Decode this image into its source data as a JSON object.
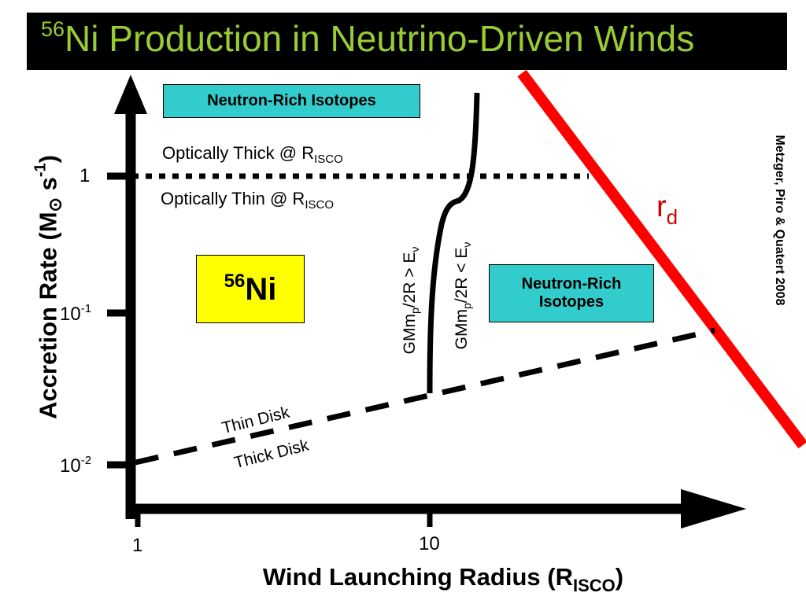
{
  "title": {
    "sup": "56",
    "text": "Ni Production in Neutrino-Driven Winds"
  },
  "colors": {
    "title_bg": "#000000",
    "title_text": "#99cc33",
    "box_teal": "#33cccc",
    "box_yellow": "#ffff00",
    "rd_line": "#ff0000",
    "rd_label": "#cc0000"
  },
  "axes": {
    "y_label": {
      "text": "Accretion Rate (M",
      "sub": "⊙",
      "unit": " s",
      "sup": "-1",
      "close": ")"
    },
    "x_label": {
      "text": "Wind Launching Radius (R",
      "sub": "ISCO",
      "close": ")"
    },
    "y_ticks": [
      {
        "base": "1",
        "exp": ""
      },
      {
        "base": "10",
        "exp": "-1"
      },
      {
        "base": "10",
        "exp": "-2"
      }
    ],
    "x_ticks": [
      "1",
      "10"
    ]
  },
  "boxes": {
    "neutron_rich_top": "Neutron-Rich Isotopes",
    "neutron_rich_right_line1": "Neutron-Rich",
    "neutron_rich_right_line2": "Isotopes",
    "ni56": {
      "sup": "56",
      "text": "Ni"
    }
  },
  "labels": {
    "optically_thick": {
      "text": "Optically Thick @ R",
      "sub": "ISCO"
    },
    "optically_thin": {
      "text": "Optically Thin @ R",
      "sub": "ISCO"
    },
    "thin_disk": "Thin Disk",
    "thick_disk": "Thick Disk",
    "gm_greater": {
      "a": "GMm",
      "sub1": "p",
      "b": "/2R > E",
      "sub2": "ν"
    },
    "gm_less": {
      "a": "GMm",
      "sub1": "p",
      "b": "/2R < E",
      "sub2": "ν"
    },
    "rd": {
      "text": "r",
      "sub": "d"
    },
    "citation": "Metzger, Piro & Quatert 2008"
  }
}
